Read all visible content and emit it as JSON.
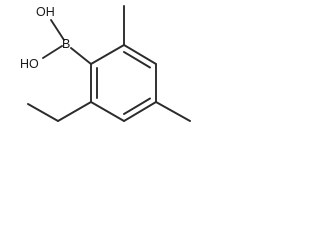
{
  "molecule": {
    "atoms": {
      "oh_top": "OH",
      "oh_left": "HO",
      "boron": "B"
    }
  }
}
